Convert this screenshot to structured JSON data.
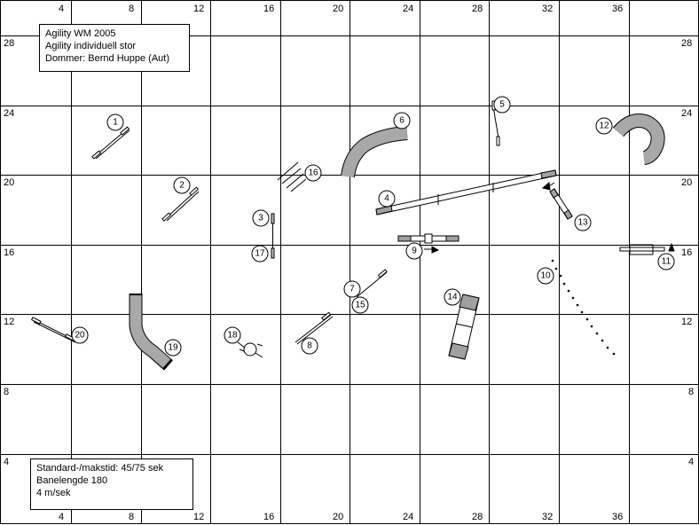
{
  "header": {
    "title": "Agility WM 2005",
    "class": "Agility individuell stor",
    "judge": "Dommer: Bernd Huppe (Aut)"
  },
  "footer": {
    "times": "Standard-/makstid: 45/75 sek",
    "length": "Banelengde 180",
    "speed": "4 m/sek"
  },
  "axes": {
    "top": [
      "4",
      "8",
      "12",
      "16",
      "20",
      "24",
      "28",
      "32",
      "36"
    ],
    "bottom": [
      "4",
      "8",
      "12",
      "16",
      "20",
      "24",
      "28",
      "32",
      "36"
    ],
    "left": [
      "28",
      "24",
      "20",
      "16",
      "12",
      "8",
      "4"
    ],
    "right": [
      "28",
      "24",
      "20",
      "16",
      "12",
      "8",
      "4"
    ]
  },
  "obstacle_numbers": [
    "1",
    "2",
    "3",
    "4",
    "5",
    "6",
    "7",
    "8",
    "9",
    "10",
    "11",
    "12",
    "13",
    "14",
    "15",
    "16",
    "17",
    "18",
    "19",
    "20"
  ],
  "colors": {
    "grid": "#000000",
    "tunnel": "#a8a8a8",
    "plank": "#c0c0c0",
    "contact": "#808080"
  }
}
